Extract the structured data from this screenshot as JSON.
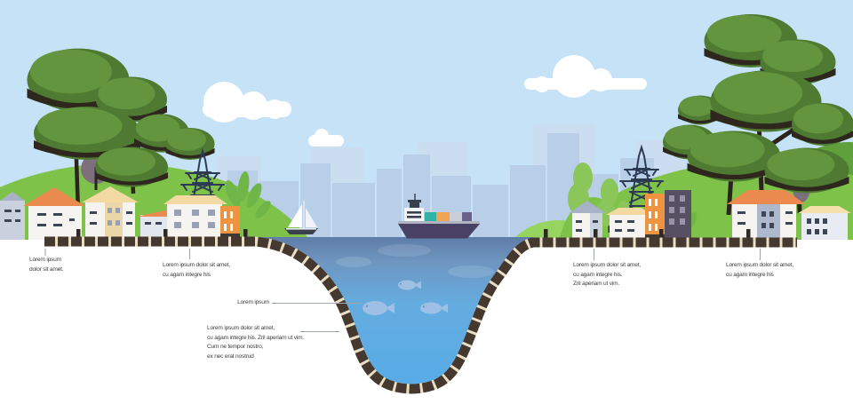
{
  "labels": {
    "shore_left": {
      "text": "Lorem ipsum\ndolor sit amet."
    },
    "pier_left": {
      "text": "Lorem ipsum dolor sit amet,\ncu agam integre his"
    },
    "water_surface": {
      "text": "Lorem ipsum"
    },
    "water_deep": {
      "text": "Lorem ipsum dolor sit amet,\ncu agam integre his. Zril aperiam ut vim.\nCum ne tempor nostro,\nex nec erat nostrud"
    },
    "pier_right": {
      "text": "Lorem ipsum dolor sit amet,\ncu agam integre his.\nZril aperiam ut vim."
    },
    "shore_right": {
      "text": "Lorem ipsum dolor sit amet,\ncu agam integre his"
    }
  },
  "colors": {
    "page_bg": "#FFFFFF",
    "sky": "#C5E2F7",
    "cloud": "#FFFFFF",
    "skyline_back": "#CBDDF0",
    "skyline_front": "#B9CFE8",
    "hill_green": "#7FC24A",
    "hill_light": "#95D45E",
    "hill_dark": "#5FA03C",
    "canopy_light": "#63953F",
    "canopy_dark": "#4E7A31",
    "canopy_shadow": "#2D271E",
    "trunk": "#2A241C",
    "tree_mauve": "#7E6F7D",
    "cypress_green": "#8BC65A",
    "plant_green": "#6FB547",
    "wall_white": "#F6F4F0",
    "wall_gray": "#C9D1DF",
    "roof_orange": "#EB8A4E",
    "roof_tan": "#F3D9A2",
    "roof_gray": "#A8B2C6",
    "window_dark": "#3C4654",
    "window_gray": "#97A1B3",
    "building_orange": "#EE9440",
    "building_dark": "#575063",
    "building_dark_window": "#9A92A8",
    "band_light": "#E9DEC4",
    "band_dark": "#45382F",
    "piling": "#2D2823",
    "tower": "#2C3A52",
    "water_top": "#5E7DA8",
    "water_mid": "#68A9DC",
    "water_deep": "#56ACE8",
    "fish": "#9FC0E4",
    "ship_hull": "#494163",
    "ship_deck": "#AEB4C2",
    "container_teal": "#2FB3A7",
    "container_orange": "#F0A455",
    "container_gray": "#C9CED8",
    "container_purple": "#6A6188",
    "sail_white": "#FFFFFF",
    "boat_hull": "#3A3F4B",
    "leader_line": "#9FA5AC",
    "label_text": "#3F4043"
  }
}
